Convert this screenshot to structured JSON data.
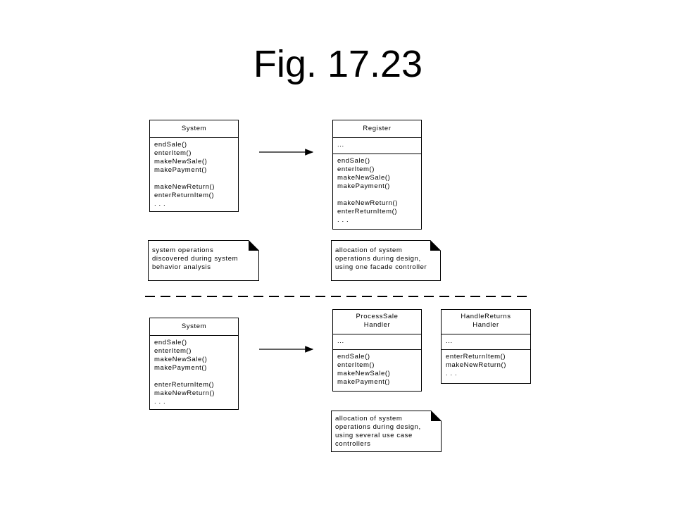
{
  "title": "Fig. 17.23",
  "top": {
    "system": {
      "name": "System",
      "ops_a": [
        "endSale()",
        "enterItem()",
        "makeNewSale()",
        "makePayment()"
      ],
      "ops_b": [
        "makeNewReturn()",
        "enterReturnItem()",
        ". . ."
      ]
    },
    "register": {
      "name": "Register",
      "attrs": "...",
      "ops_a": [
        "endSale()",
        "enterItem()",
        "makeNewSale()",
        "makePayment()"
      ],
      "ops_b": [
        "makeNewReturn()",
        "enterReturnItem()",
        ". . ."
      ]
    },
    "note_left": [
      "system operations",
      "discovered during system",
      "behavior analysis"
    ],
    "note_right": [
      "allocation of system",
      "operations during design,",
      "using one facade controller"
    ]
  },
  "bottom": {
    "system": {
      "name": "System",
      "ops_a": [
        "endSale()",
        "enterItem()",
        "makeNewSale()",
        "makePayment()"
      ],
      "ops_b": [
        "enterReturnItem()",
        "makeNewReturn()",
        ". . ."
      ]
    },
    "process_sale": {
      "name": [
        "ProcessSale",
        "Handler"
      ],
      "attrs": "...",
      "ops": [
        "endSale()",
        "enterItem()",
        "makeNewSale()",
        "makePayment()"
      ]
    },
    "handle_returns": {
      "name": [
        "HandleReturns",
        "Handler"
      ],
      "attrs": "...",
      "ops": [
        "enterReturnItem()",
        "makeNewReturn()",
        ". . ."
      ]
    },
    "note": [
      "allocation of system",
      "operations during design,",
      "using several use case",
      "controllers"
    ]
  }
}
